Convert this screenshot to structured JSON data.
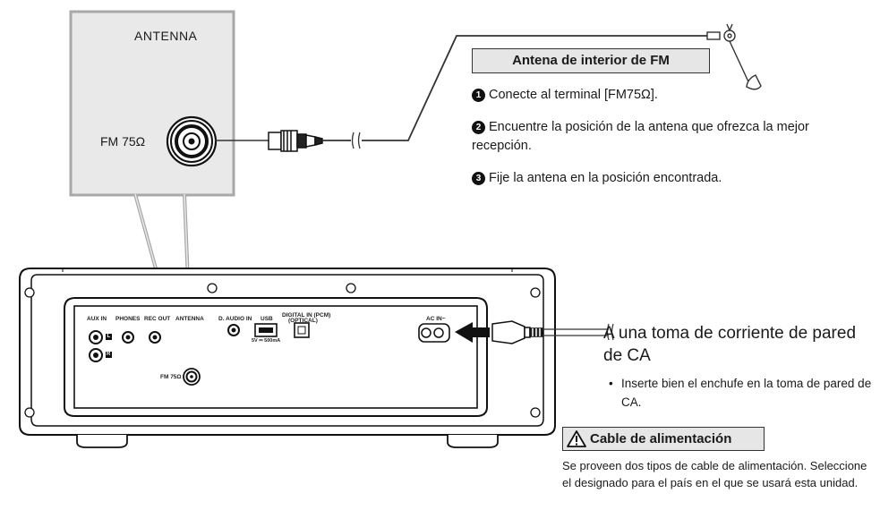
{
  "zoom": {
    "antenna_label": "ANTENNA",
    "fm_label": "FM 75Ω"
  },
  "callout": {
    "title": "Antena de interior de FM",
    "steps": [
      {
        "num": "1",
        "text": "Conecte al terminal [FM75Ω]."
      },
      {
        "num": "2",
        "text": "Encuentre la posición de la antena que ofrezca la mejor recepción."
      },
      {
        "num": "3",
        "text": "Fije la antena en la posición encontrada."
      }
    ]
  },
  "ac": {
    "title": "A una toma de corriente de pared de CA",
    "bullet": "Inserte bien el enchufe en la toma de pared de CA."
  },
  "warning": {
    "title": "Cable de alimentación",
    "note": "Se proveen dos tipos de cable de alimentación. Seleccione el designado para el país en el que se usará esta unidad."
  },
  "panel_labels": {
    "aux_in": "AUX IN",
    "phones": "PHONES",
    "rec_out": "REC OUT",
    "antenna": "ANTENNA",
    "d_audio_in": "D. AUDIO IN",
    "usb": "USB",
    "usb_rating": "5V ⎓ 500mA",
    "digital_in": "DIGITAL IN (PCM)",
    "optical": "(OPTICAL)",
    "ac_in": "AC IN~",
    "fm_small": "FM 75Ω",
    "left_mark": "L",
    "right_mark": "R"
  }
}
